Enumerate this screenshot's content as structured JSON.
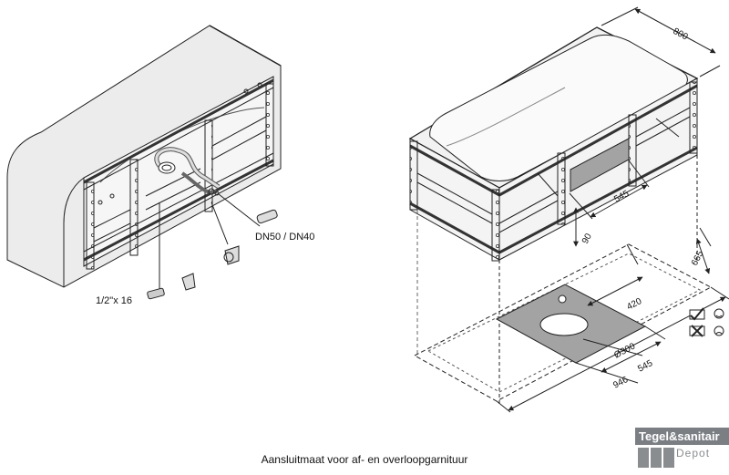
{
  "labels": {
    "dn": "DN50 / DN40",
    "thread": "1/2\"x 16",
    "dim_800": "800",
    "dim_545_top": "545",
    "dim_90": "90",
    "dim_665": "665",
    "dim_420": "420",
    "dim_300": "Ø300",
    "dim_545_bottom": "545",
    "dim_946": "946"
  },
  "caption": "Aansluitmaat voor af- en overloopgarnituur",
  "logo": {
    "brand": "Tegel&sanitair",
    "sub": "Depot"
  },
  "colors": {
    "line": "#222222",
    "panel": "#e8e8e8",
    "plate": "#a3a3a3",
    "logo": "#7b7f84"
  }
}
